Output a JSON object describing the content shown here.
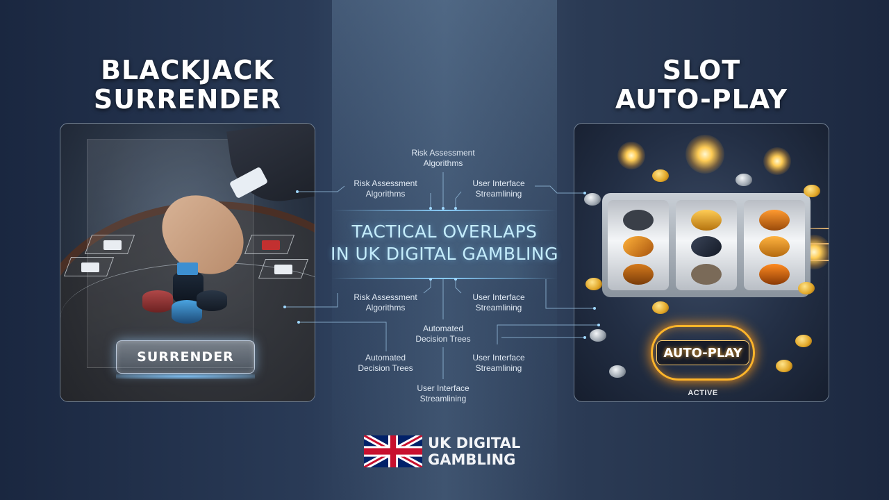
{
  "left": {
    "title_line1": "BLACKJACK",
    "title_line2": "SURRENDER",
    "button_label": "SURRENDER"
  },
  "right": {
    "title_line1": "SLOT",
    "title_line2": "AUTO-PLAY",
    "button_label": "AUTO-PLAY",
    "status": "ACTIVE"
  },
  "center": {
    "title_line1": "TACTICAL OVERLAPS",
    "title_line2": "IN UK DIGITAL GAMBLING",
    "nodes": [
      {
        "line1": "Risk Assessment",
        "line2": "Algorithms"
      },
      {
        "line1": "Risk Assessment",
        "line2": "Algorithms"
      },
      {
        "line1": "User Interface",
        "line2": "Streamlining"
      },
      {
        "line1": "Risk Assessment",
        "line2": "Algorithms"
      },
      {
        "line1": "User Interface",
        "line2": "Streamlining"
      },
      {
        "line1": "Automated",
        "line2": "Decision Trees"
      },
      {
        "line1": "Automated",
        "line2": "Decision Trees"
      },
      {
        "line1": "User Interface",
        "line2": "Streamlining"
      },
      {
        "line1": "User Interface",
        "line2": "Streamlining"
      }
    ]
  },
  "footer": {
    "brand_line1": "UK DIGITAL",
    "brand_line2": "GAMBLING",
    "flag_icon": "union-jack-flag-icon"
  },
  "colors": {
    "accent_cyan": "#8fd8f5",
    "accent_orange": "#ffb52a",
    "background": "#22324b"
  }
}
